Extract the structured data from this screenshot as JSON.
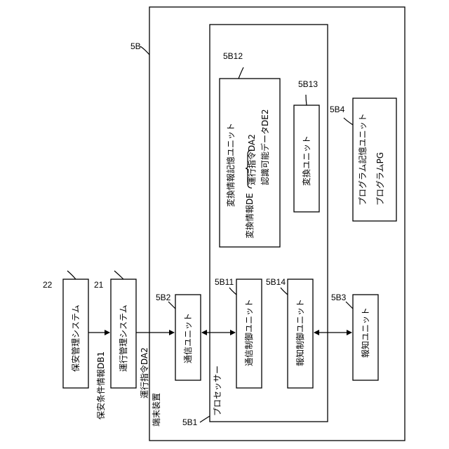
{
  "refs": {
    "terminal": "5B",
    "processor": "5B1",
    "comm_unit": "5B2",
    "notify_unit": "5B3",
    "program_storage": "5B4",
    "comm_control": "5B11",
    "conv_storage": "5B12",
    "conv_unit": "5B13",
    "notify_control": "5B14",
    "security_system": "22",
    "operation_system": "21"
  },
  "labels": {
    "terminal": "端末装置",
    "processor": "プロセッサー",
    "comm_unit": "通信ユニット",
    "notify_unit": "報知ユニット",
    "program_storage_title": "プログラム記憶ユニット",
    "program": "プログラムPG",
    "comm_control": "通信制御ユニット",
    "notify_control": "報知制御ユニット",
    "conv_storage_title": "変換情報記憶ユニット",
    "conv_info": "変換情報DE",
    "operation_command_da2": "運行指令DA2",
    "recognizable_data": "認識可能データDE2",
    "conv_unit": "変換ユニット",
    "security_system": "保安管理システム",
    "operation_system": "運行管理システム",
    "security_db": "保安条件情報DB1",
    "operation_command": "運行指令DA2"
  }
}
